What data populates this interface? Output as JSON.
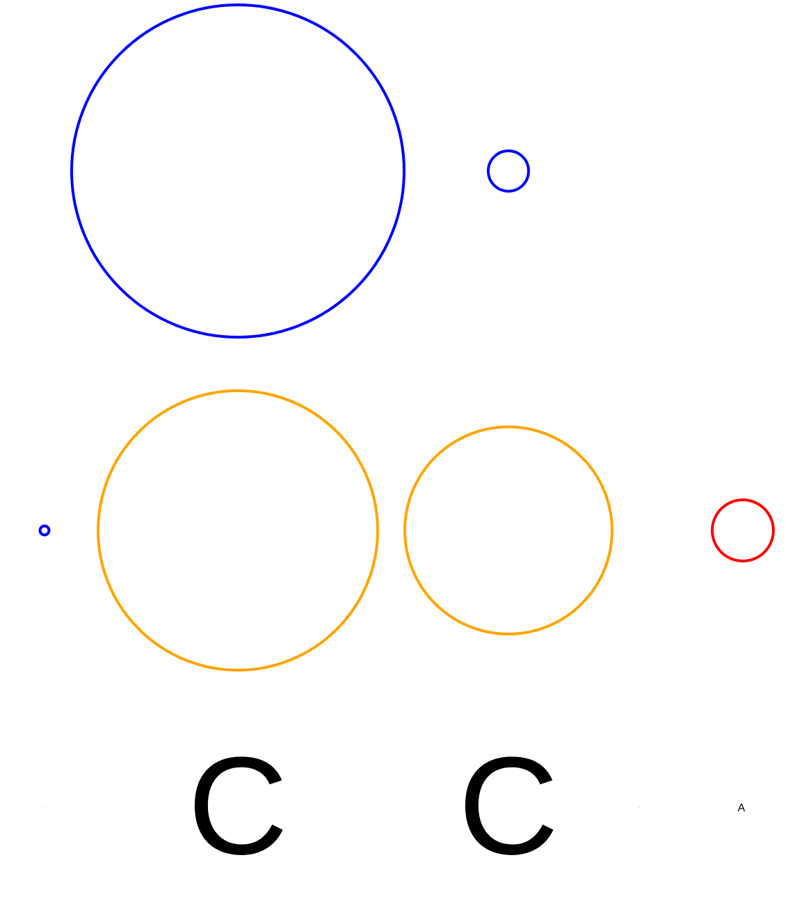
{
  "colors": {
    "background": "#ffffff",
    "blue": "#0000ff",
    "orange": "#ffa500",
    "red": "#ff0000",
    "text": "#000000"
  },
  "rows": {
    "top": {
      "circles": [
        {
          "name": "large-blue-circle",
          "color": "#0000ff"
        },
        {
          "name": "small-blue-circle",
          "color": "#0000ff"
        }
      ]
    },
    "middle": {
      "circles": [
        {
          "name": "tiny-blue-circle",
          "color": "#0000ff"
        },
        {
          "name": "large-orange-circle",
          "color": "#ffa500"
        },
        {
          "name": "medium-orange-circle",
          "color": "#ffa500"
        },
        {
          "name": "small-red-circle",
          "color": "#ff0000"
        }
      ]
    },
    "bottom": {
      "letters": [
        {
          "name": "left-dot-label",
          "text": "·"
        },
        {
          "name": "large-c-left",
          "text": "C"
        },
        {
          "name": "large-c-right",
          "text": "C"
        },
        {
          "name": "right-dot-label",
          "text": "·"
        },
        {
          "name": "small-a-label",
          "text": "A"
        }
      ]
    }
  }
}
